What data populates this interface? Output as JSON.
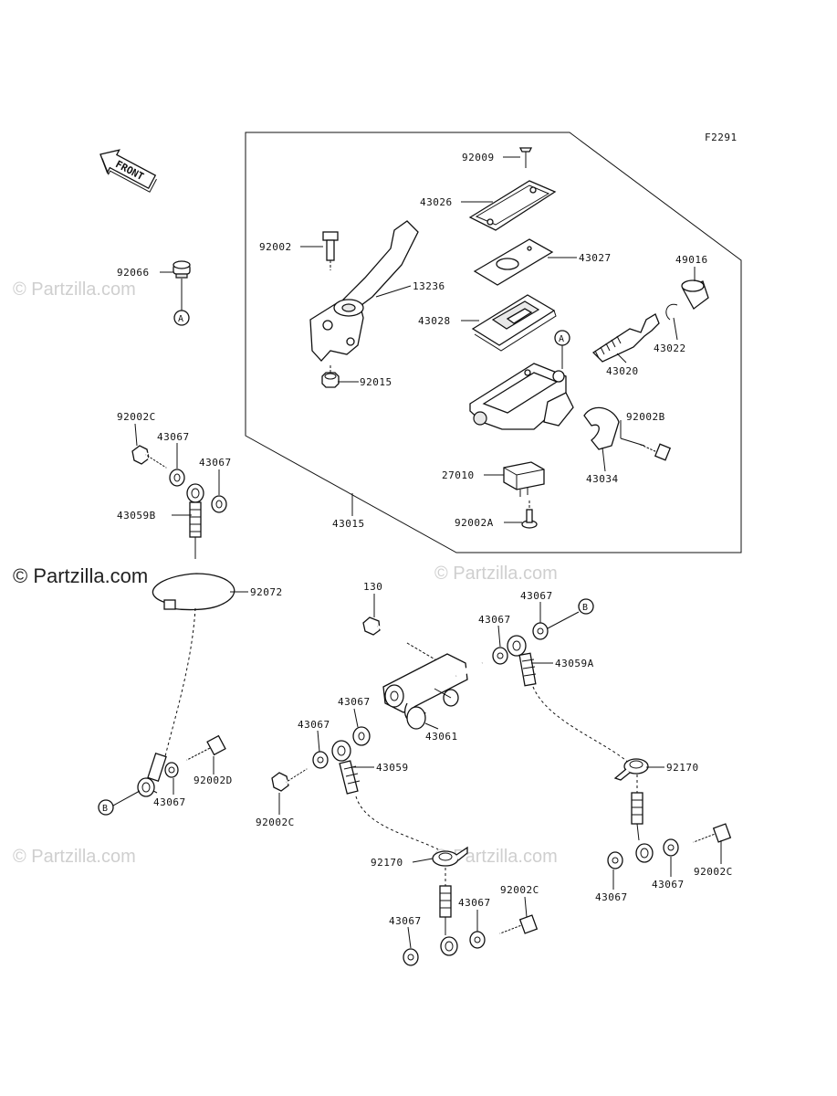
{
  "figure_code": "F2291",
  "front_label": "FRONT",
  "watermark": "© Partzilla.com",
  "callout_a": "A",
  "callout_b": "B",
  "parts": [
    {
      "id": "p92009",
      "label": "92009"
    },
    {
      "id": "p43026",
      "label": "43026"
    },
    {
      "id": "p92002",
      "label": "92002"
    },
    {
      "id": "p43027",
      "label": "43027"
    },
    {
      "id": "p49016",
      "label": "49016"
    },
    {
      "id": "p92066",
      "label": "92066"
    },
    {
      "id": "p13236",
      "label": "13236"
    },
    {
      "id": "p43028",
      "label": "43028"
    },
    {
      "id": "p43022",
      "label": "43022"
    },
    {
      "id": "p43020",
      "label": "43020"
    },
    {
      "id": "p92015",
      "label": "92015"
    },
    {
      "id": "p92002B",
      "label": "92002B"
    },
    {
      "id": "p92002C_1",
      "label": "92002C"
    },
    {
      "id": "p43067_1",
      "label": "43067"
    },
    {
      "id": "p43067_2",
      "label": "43067"
    },
    {
      "id": "p27010",
      "label": "27010"
    },
    {
      "id": "p43034",
      "label": "43034"
    },
    {
      "id": "p43059B",
      "label": "43059B"
    },
    {
      "id": "p43015",
      "label": "43015"
    },
    {
      "id": "p92002A",
      "label": "92002A"
    },
    {
      "id": "p92072",
      "label": "92072"
    },
    {
      "id": "p130",
      "label": "130"
    },
    {
      "id": "p43067_3",
      "label": "43067"
    },
    {
      "id": "p43067_4",
      "label": "43067"
    },
    {
      "id": "p43059A",
      "label": "43059A"
    },
    {
      "id": "p43067_5",
      "label": "43067"
    },
    {
      "id": "p43067_6",
      "label": "43067"
    },
    {
      "id": "p43061",
      "label": "43061"
    },
    {
      "id": "p43059",
      "label": "43059"
    },
    {
      "id": "p92170_1",
      "label": "92170"
    },
    {
      "id": "p92002D",
      "label": "92002D"
    },
    {
      "id": "p43067_7",
      "label": "43067"
    },
    {
      "id": "p92002C_2",
      "label": "92002C"
    },
    {
      "id": "p92170_2",
      "label": "92170"
    },
    {
      "id": "p92002C_3",
      "label": "92002C"
    },
    {
      "id": "p43067_8",
      "label": "43067"
    },
    {
      "id": "p43067_9",
      "label": "43067"
    },
    {
      "id": "p43067_10",
      "label": "43067"
    },
    {
      "id": "p43067_11",
      "label": "43067"
    },
    {
      "id": "p92002C_4",
      "label": "92002C"
    }
  ]
}
